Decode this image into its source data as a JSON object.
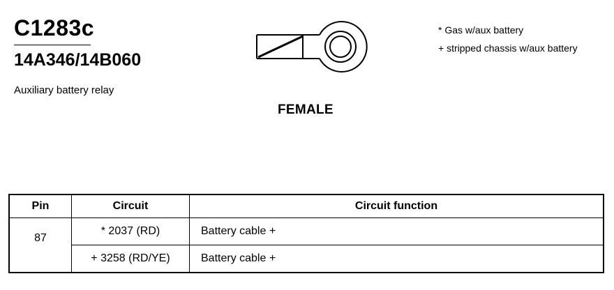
{
  "header": {
    "connector_id": "C1283c",
    "part_number": "14A346/14B060",
    "description": "Auxiliary battery relay"
  },
  "gender": "FEMALE",
  "notes": [
    "* Gas w/aux battery",
    "+ stripped chassis w/aux battery"
  ],
  "icons": {
    "terminal": "ring-terminal-icon"
  },
  "table": {
    "headers": [
      "Pin",
      "Circuit",
      "Circuit function"
    ],
    "rows": [
      {
        "pin": "87",
        "circuits": [
          {
            "circuit": "* 2037 (RD)",
            "function": "Battery cable +"
          },
          {
            "circuit": "+ 3258 (RD/YE)",
            "function": "Battery cable +"
          }
        ]
      }
    ]
  }
}
